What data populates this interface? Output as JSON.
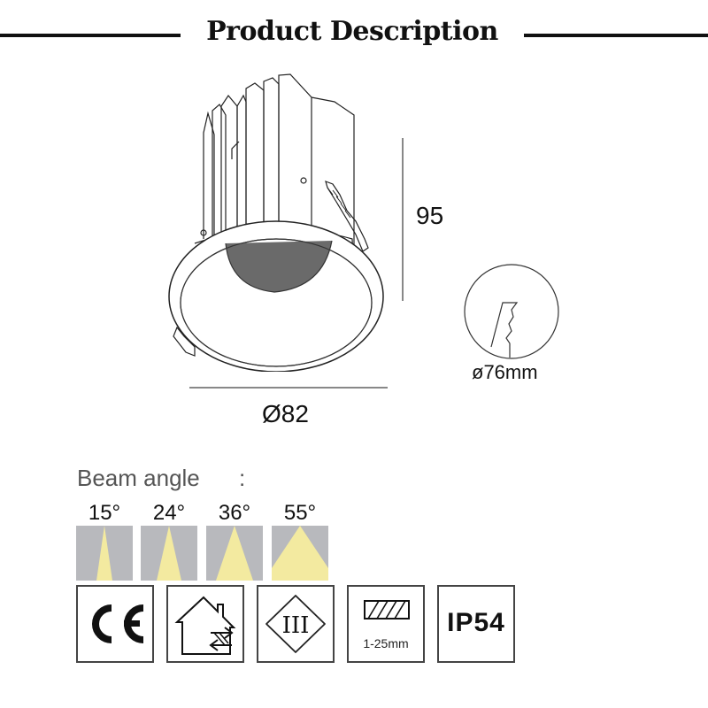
{
  "header": {
    "title": "Product Description"
  },
  "dimensions": {
    "height_label": "95",
    "diameter_label": "Ø82",
    "cutout_label": "ø76mm"
  },
  "beam_angle": {
    "title": "Beam angle",
    "colon": ":",
    "options": [
      {
        "label": "15°",
        "degrees": 15
      },
      {
        "label": "24°",
        "degrees": 24
      },
      {
        "label": "36°",
        "degrees": 36
      },
      {
        "label": "55°",
        "degrees": 55
      }
    ],
    "colors": {
      "background": "#b8b9bd",
      "beam": "#f3eaa0"
    }
  },
  "certifications": [
    {
      "icon": "ce-mark-icon",
      "label": ""
    },
    {
      "icon": "indoor-use-house-icon",
      "label": ""
    },
    {
      "icon": "class-iii-icon",
      "label": "III"
    },
    {
      "icon": "ceiling-thickness-icon",
      "label": "1-25mm"
    },
    {
      "icon": "ip-rating-icon",
      "label": "IP54"
    }
  ]
}
